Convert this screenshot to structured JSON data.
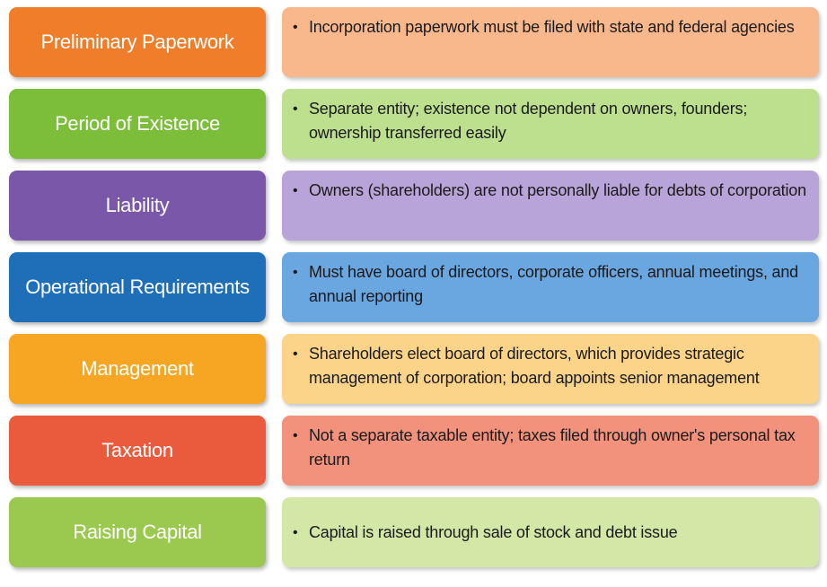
{
  "rows": [
    {
      "label": "Preliminary Paperwork",
      "description": "Incorporation paperwork must be filed with state and federal agencies",
      "label_color": "#f07d2a",
      "desc_color": "#f9b88c"
    },
    {
      "label": "Period of Existence",
      "description": "Separate entity; existence not dependent on owners, founders; ownership transferred easily",
      "label_color": "#7cbd3a",
      "desc_color": "#bde08f"
    },
    {
      "label": "Liability",
      "description": "Owners (shareholders) are not personally liable for debts of corporation",
      "label_color": "#7a57a8",
      "desc_color": "#b8a4d8"
    },
    {
      "label": "Operational Requirements",
      "description": "Must have board of directors, corporate officers, annual meetings, and annual reporting",
      "label_color": "#1e6fb8",
      "desc_color": "#6aa6e0"
    },
    {
      "label": "Management",
      "description": "Shareholders elect board of directors, which provides strategic management of corporation; board appoints senior management",
      "label_color": "#f6a623",
      "desc_color": "#fbd48a"
    },
    {
      "label": "Taxation",
      "description": "Not a separate taxable entity; taxes filed through owner's personal tax return",
      "label_color": "#ea5a3c",
      "desc_color": "#f2927c"
    },
    {
      "label": "Raising Capital",
      "description": "Capital is raised through sale of stock and debt issue",
      "label_color": "#9bc84f",
      "desc_color": "#d3e8a6"
    }
  ],
  "bullet_glyph": "•"
}
